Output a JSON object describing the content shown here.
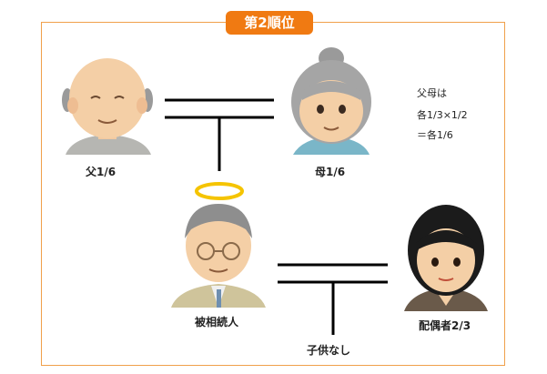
{
  "badge": "第2順位",
  "people": {
    "father": "父1/6",
    "mother": "母1/6",
    "deceased": "被相続人",
    "spouse": "配偶者2/3"
  },
  "no_children": "子供なし",
  "note": {
    "line1": "父母は",
    "line2": "各1/3×1/2",
    "line3": "＝各1/6"
  },
  "colors": {
    "accent": "#f07a12",
    "frame": "#f0a04b",
    "halo": "#f5c400"
  }
}
